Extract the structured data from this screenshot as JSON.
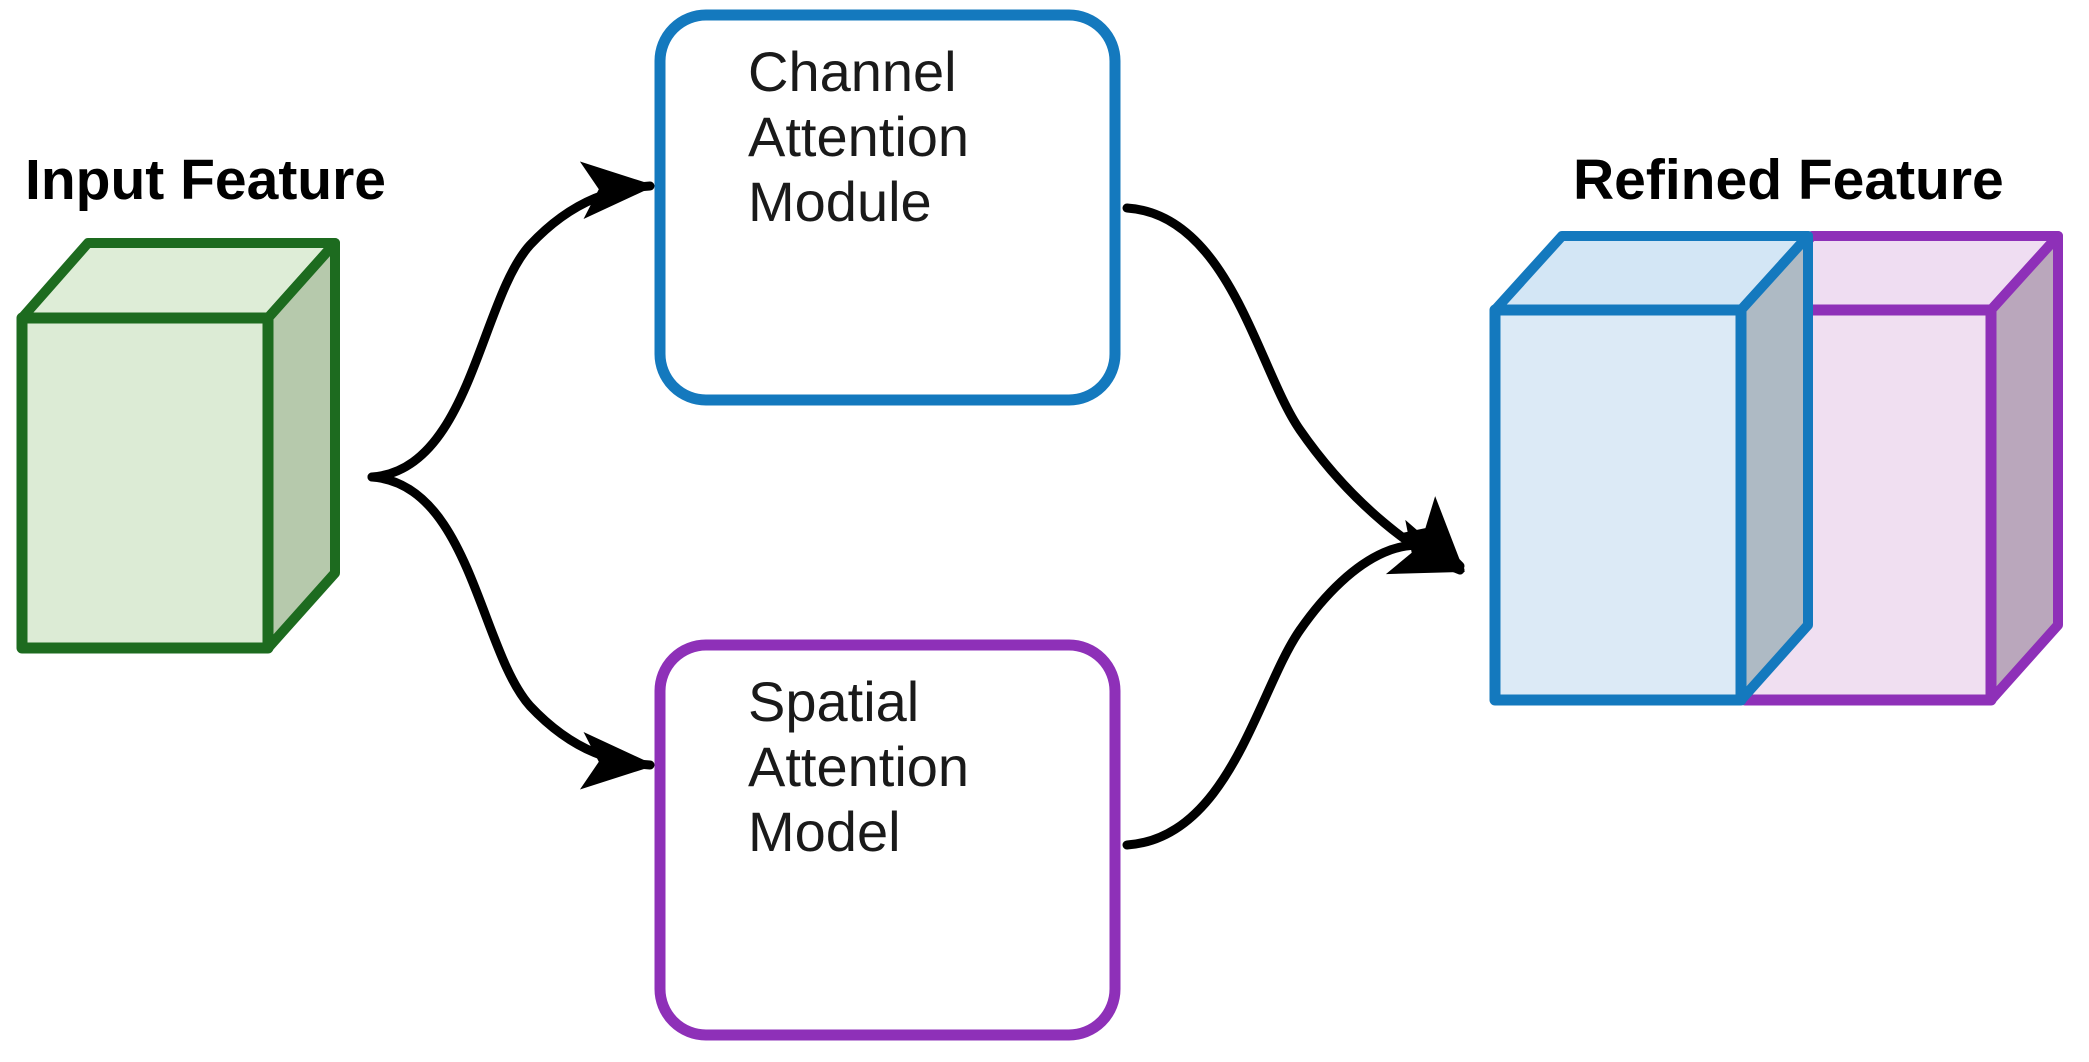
{
  "diagram": {
    "title_semantic": "attention-module-block-diagram",
    "background_color": "#FFFFFF"
  },
  "input": {
    "caption": "Input Feature",
    "cube": {
      "name": "input-feature-cube",
      "front_fill": "#DCEBD5",
      "side_fill": "#B6C9AC",
      "top_fill": "#DEEDD7",
      "stroke": "#1D6B1F"
    }
  },
  "modules": [
    {
      "id": "channel",
      "label": "Channel\nAttention\nModule",
      "line1": "Channel",
      "line2": "Attention",
      "line3": "Module",
      "border_color": "#1479BE"
    },
    {
      "id": "spatial",
      "label": "Spatial\nAttention\nModel",
      "line1": "Spatial",
      "line2": "Attention",
      "line3": "Model",
      "border_color": "#8E30B8"
    }
  ],
  "output": {
    "caption": "Refined Feature",
    "cubes": [
      {
        "name": "refined-feature-cube-channel",
        "front_fill": "#DCEAF6",
        "side_fill": "#AEBAC4",
        "top_fill": "#D3E6F5",
        "stroke": "#1479BE"
      },
      {
        "name": "refined-feature-cube-spatial",
        "front_fill": "#F0DFF1",
        "side_fill": "#BAA7BC",
        "top_fill": "#EFDDF2",
        "stroke": "#8E30B8"
      }
    ]
  },
  "connectors": {
    "stroke": "#000000",
    "items": [
      {
        "name": "arrow-input-to-channel",
        "from": "input-feature-cube",
        "to": "channel"
      },
      {
        "name": "arrow-input-to-spatial",
        "from": "input-feature-cube",
        "to": "spatial"
      },
      {
        "name": "arrow-channel-to-refined",
        "from": "channel",
        "to": "refined-feature"
      },
      {
        "name": "arrow-spatial-to-refined",
        "from": "spatial",
        "to": "refined-feature"
      }
    ]
  }
}
